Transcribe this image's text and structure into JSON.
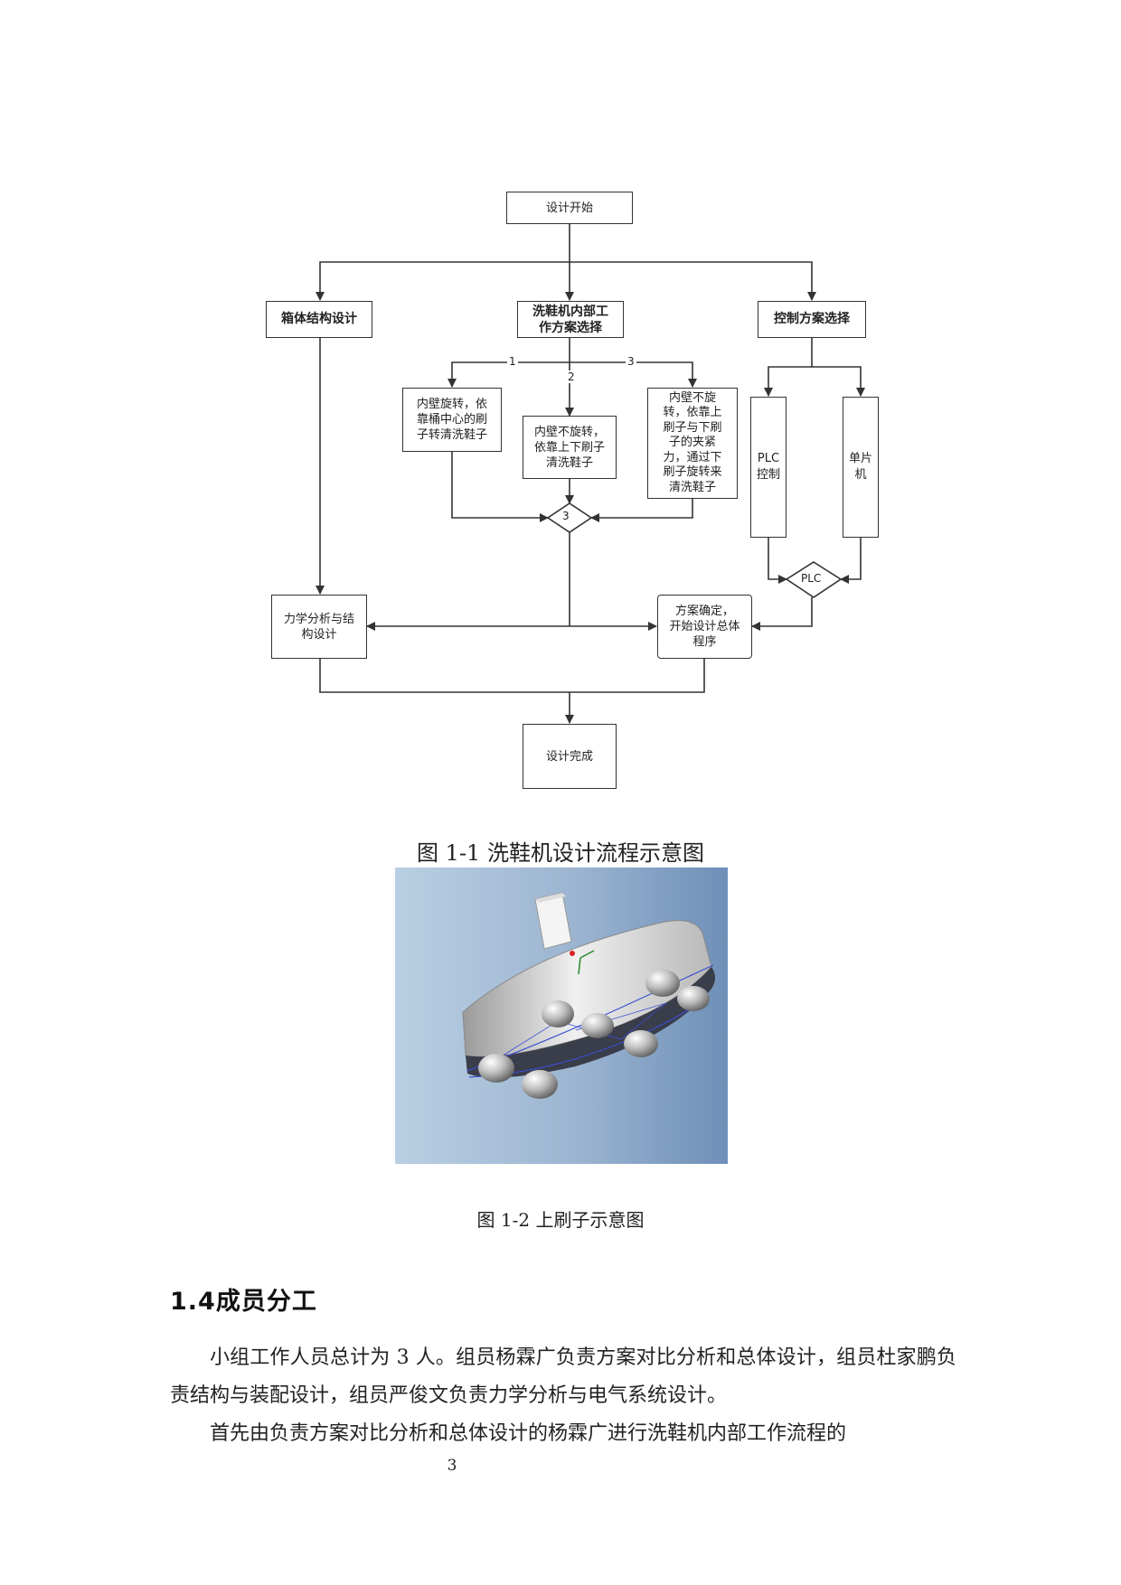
{
  "flowchart": {
    "start": "设计开始",
    "box_structure": "箱体结构设计",
    "inner_scheme": "洗鞋机内部工\n作方案选择",
    "control_scheme": "控制方案选择",
    "option1": "内壁旋转，依\n靠桶中心的刷\n子转清洗鞋子",
    "option2": "内壁不旋转，\n依靠上下刷子\n清洗鞋子",
    "option3": "内壁不旋\n转，依靠上\n刷子与下刷\n子的夹紧\n力，通过下\n刷子旋转来\n清洗鞋子",
    "label1": "1",
    "label2": "2",
    "label3": "3",
    "plc": "PLC控制",
    "mcu": "单片机",
    "decision_scheme": "3",
    "decision_control": "PLC",
    "mechanics": "力学分析与结\n构设计",
    "confirm": "方案确定，\n开始设计总体\n程序",
    "finish": "设计完成"
  },
  "captions": {
    "fig1": "图 1-1 洗鞋机设计流程示意图",
    "fig2": "图 1-2 上刷子示意图"
  },
  "section": {
    "title": "1.4成员分工",
    "para1": "小组工作人员总计为 3 人。组员杨霖广负责方案对比分析和总体设计，组员杜家鹏负责结构与装配设计，组员严俊文负责力学分析与电气系统设计。",
    "para2": "首先由负责方案对比分析和总体设计的杨霖广进行洗鞋机内部工作流程的"
  },
  "page_number": "3"
}
